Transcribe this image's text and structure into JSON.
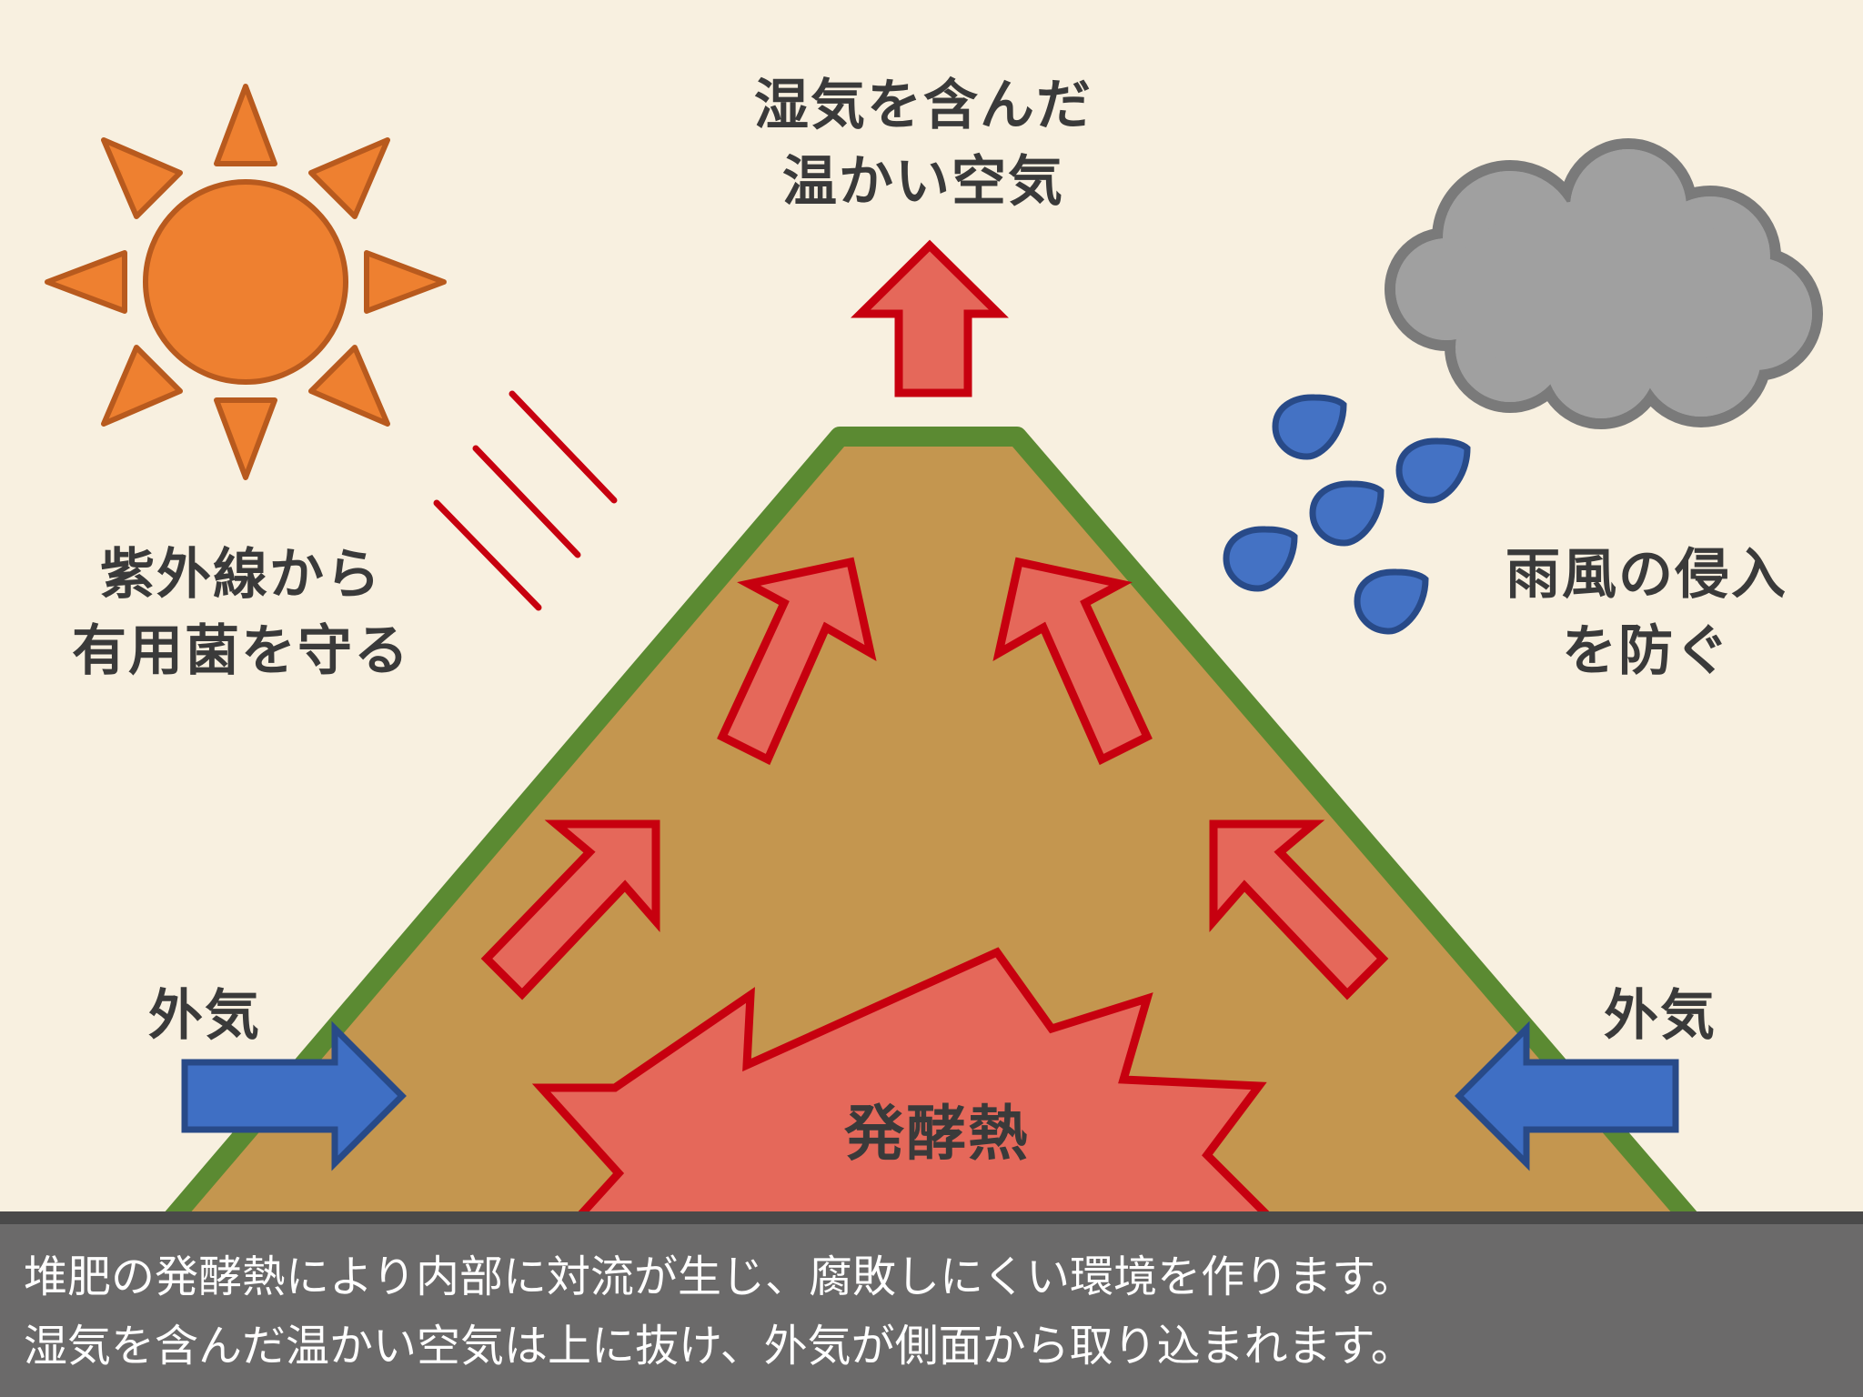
{
  "labels": {
    "top_line1": "湿気を含んだ",
    "top_line2": "温かい空気",
    "left_line1": "紫外線から",
    "left_line2": "有用菌を守る",
    "right_line1": "雨風の侵入",
    "right_line2": "を防ぐ",
    "outside_air_left": "外気",
    "outside_air_right": "外気",
    "heat": "発酵熱"
  },
  "caption": {
    "line1": "堆肥の発酵熱により内部に対流が生じ、腐敗しにくい環境を作ります。",
    "line2": "湿気を含んだ温かい空気は上に抜け、外気が側面から取り込まれます。"
  },
  "colors": {
    "background": "#F8F0E0",
    "pile_fill": "#C4964F",
    "pile_outline": "#5B8A32",
    "heat_arrow_fill": "#E5685A",
    "heat_arrow_stroke": "#C7000F",
    "air_arrow_fill": "#3F6FC4",
    "air_arrow_stroke": "#284A88",
    "sun_fill": "#EE8030",
    "sun_stroke": "#B85A1E",
    "cloud_fill": "#A0A0A0",
    "cloud_stroke": "#7A7A7A",
    "rain_fill": "#4472C4",
    "uv_ray": "#C7000F",
    "caption_bg": "#6B6A6A"
  },
  "icons": [
    "sun-icon",
    "cloud-icon",
    "raindrop-icon",
    "uv-ray-icon",
    "heat-burst-icon"
  ]
}
